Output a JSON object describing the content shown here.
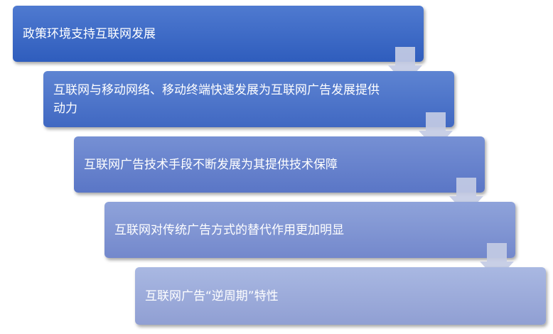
{
  "steps": [
    {
      "label": "政策环境支持互联网发展"
    },
    {
      "label": "互联网与移动网络、移动终端快速发展为互联网广告发展提供动力"
    },
    {
      "label": "互联网广告技术手段不断发展为其提供技术保障"
    },
    {
      "label": "互联网对传统广告方式的替代作用更加明显"
    },
    {
      "label": "互联网广告“逆周期”特性"
    }
  ],
  "colors": {
    "arrow": "#c3cbe4",
    "text": "#ffffff"
  },
  "icons": {
    "connector": "down-arrow-icon"
  }
}
